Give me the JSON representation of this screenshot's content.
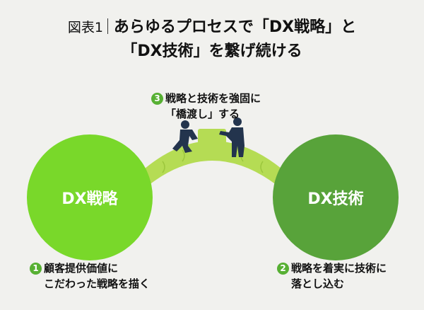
{
  "title": {
    "figure_label": "図表1",
    "line1": "あらゆるプロセスで「DX戦略」と",
    "line2": "「DX技術」を繋げ続ける"
  },
  "circles": {
    "left": {
      "label": "DX戦略",
      "color": "#79d82a"
    },
    "right": {
      "label": "DX技術",
      "color": "#58a33a"
    }
  },
  "captions": {
    "top": {
      "number": "3",
      "line1": "戦略と技術を強固に",
      "line2": "「橋渡し」する"
    },
    "left": {
      "number": "1",
      "line1": "顧客提供価値に",
      "line2": "こだわった戦略を描く"
    },
    "right": {
      "number": "2",
      "line1": "戦略を着実に技術に",
      "line2": "落とし込む"
    }
  },
  "colors": {
    "bridge": "#b5dc54",
    "bridge_dark": "#9cc73d",
    "number_badge": "#57b033",
    "suit": "#23344d"
  }
}
